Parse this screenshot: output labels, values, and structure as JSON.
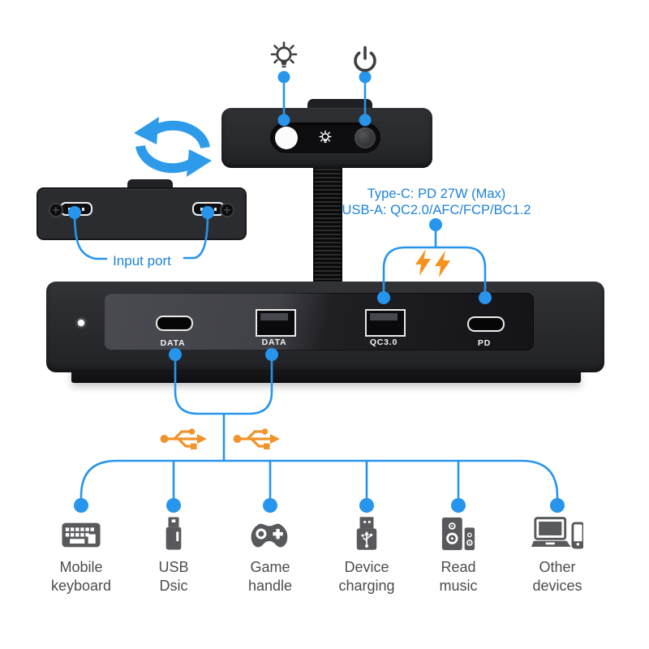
{
  "colors": {
    "line_blue": "#2795EC",
    "text_blue": "#1D82DA",
    "arrow_blue": "#2E9BEA",
    "orange": "#F6921E",
    "icon_gray": "#58595C",
    "label_gray": "#4B4C4E",
    "device_dark": "#27282B"
  },
  "top_controls": {
    "light_icon": "brightness-bulb-icon",
    "power_icon": "power-icon"
  },
  "rotate_hint": {
    "icon": "rotate-arrows-icon"
  },
  "input_module": {
    "caption": "Input port"
  },
  "spec_note": {
    "line1": "Type-C: PD 27W (Max)",
    "line2": "USB-A: QC2.0/AFC/FCP/BC1.2"
  },
  "fast_charge": {
    "icon": "double-lightning-icon"
  },
  "hub": {
    "led": "status-led",
    "ports": [
      {
        "type": "usb-c",
        "label": "DATA"
      },
      {
        "type": "usb-a",
        "label": "DATA"
      },
      {
        "type": "usb-a",
        "label": "QC3.0"
      },
      {
        "type": "usb-c",
        "label": "PD"
      }
    ]
  },
  "data_links": {
    "icon": "usb-trident-icon"
  },
  "devices": [
    {
      "icon": "keyboard-icon",
      "line1": "Mobile",
      "line2": "keyboard"
    },
    {
      "icon": "usb-disk-icon",
      "line1": "USB",
      "line2": "Dsic"
    },
    {
      "icon": "gamepad-icon",
      "line1": "Game",
      "line2": "handle"
    },
    {
      "icon": "charging-plug-icon",
      "line1": "Device",
      "line2": "charging"
    },
    {
      "icon": "speakers-icon",
      "line1": "Read",
      "line2": "music"
    },
    {
      "icon": "devices-icon",
      "line1": "Other",
      "line2": "devices"
    }
  ]
}
